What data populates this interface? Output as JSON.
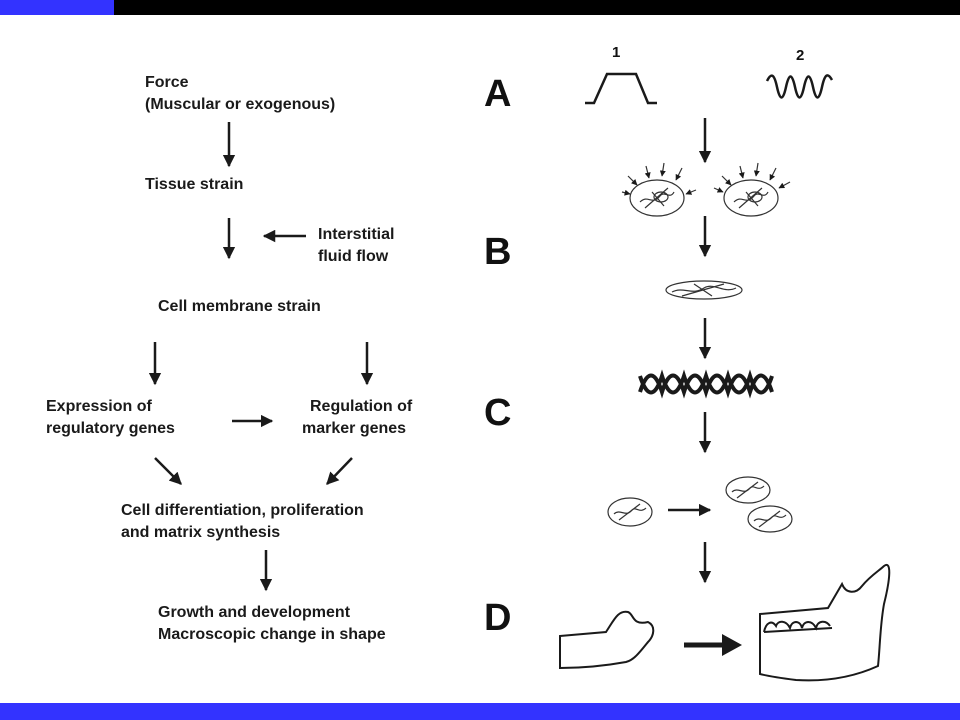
{
  "colors": {
    "top_bar": "#000000",
    "top_accent": "#3333ff",
    "bottom_bar": "#3333ff",
    "ink": "#1a1a1a"
  },
  "flow": {
    "force": "Force",
    "force_sub": "(Muscular or exogenous)",
    "tissue_strain": "Tissue strain",
    "fluid_flow_1": "Interstitial",
    "fluid_flow_2": "fluid flow",
    "membrane_strain": "Cell membrane strain",
    "expression_1": "Expression of",
    "expression_2": "regulatory genes",
    "regulation_1": "Regulation of",
    "regulation_2": "marker genes",
    "differentiation_1": "Cell differentiation, proliferation",
    "differentiation_2": "and matrix synthesis",
    "growth_1": "Growth and development",
    "growth_2": "Macroscopic change in shape"
  },
  "stages": [
    "A",
    "B",
    "C",
    "D"
  ],
  "signal_labels": [
    "1",
    "2"
  ],
  "icons": [
    "trapezoid-signal-icon",
    "sine-wave-signal-icon",
    "strained-cell-icon",
    "flattened-cell-icon",
    "dna-helix-icon",
    "dividing-cells-icon",
    "small-jaw-icon",
    "mature-mandible-icon"
  ]
}
